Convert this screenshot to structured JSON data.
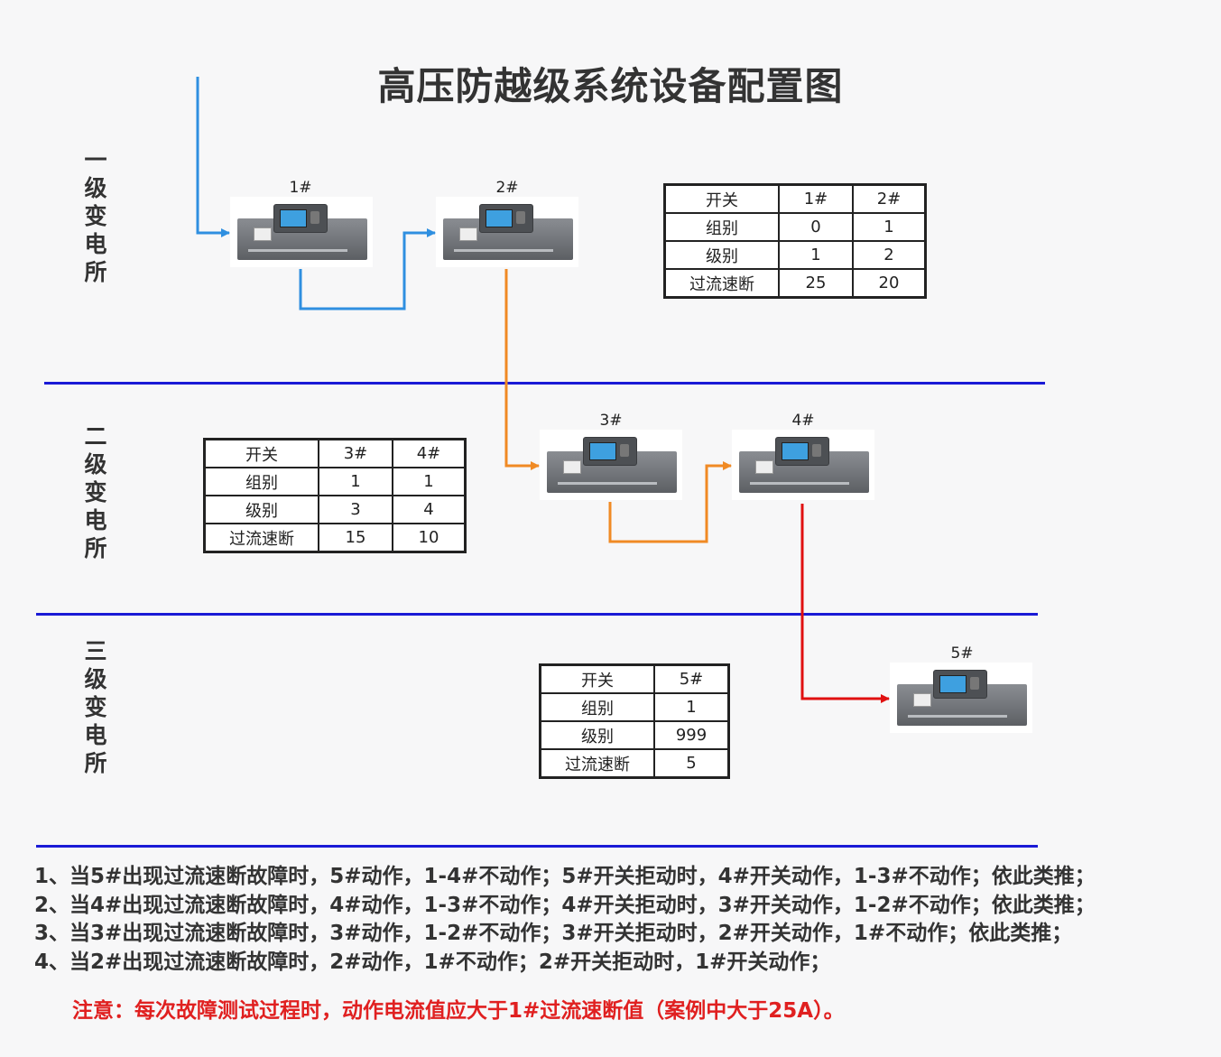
{
  "title": "高压防越级系统设备配置图",
  "levels": [
    "一级变电所",
    "二级变电所",
    "三级变电所"
  ],
  "devices": {
    "d1": "1#",
    "d2": "2#",
    "d3": "3#",
    "d4": "4#",
    "d5": "5#"
  },
  "tables": {
    "t1": {
      "headers": [
        "开关",
        "1#",
        "2#"
      ],
      "rows": [
        [
          "组别",
          "0",
          "1"
        ],
        [
          "级别",
          "1",
          "2"
        ],
        [
          "过流速断",
          "25",
          "20"
        ]
      ]
    },
    "t2": {
      "headers": [
        "开关",
        "3#",
        "4#"
      ],
      "rows": [
        [
          "组别",
          "1",
          "1"
        ],
        [
          "级别",
          "3",
          "4"
        ],
        [
          "过流速断",
          "15",
          "10"
        ]
      ]
    },
    "t3": {
      "headers": [
        "开关",
        "5#"
      ],
      "rows": [
        [
          "组别",
          "1"
        ],
        [
          "级别",
          "999"
        ],
        [
          "过流速断",
          "5"
        ]
      ]
    }
  },
  "notes": [
    "1、当5#出现过流速断故障时，5#动作，1-4#不动作；5#开关拒动时，4#开关动作，1-3#不动作；依此类推；",
    "2、当4#出现过流速断故障时，4#动作，1-3#不动作；4#开关拒动时，3#开关动作，1-2#不动作；依此类推；",
    "3、当3#出现过流速断故障时，3#动作，1-2#不动作；3#开关拒动时，2#开关动作，1#不动作；依此类推；",
    "4、当2#出现过流速断故障时，2#动作，1#不动作；2#开关拒动时，1#开关动作；"
  ],
  "warning": "注意：每次故障测试过程时，动作电流值应大于1#过流速断值（案例中大于25A）。",
  "colors": {
    "level1_line": "#2f8fe0",
    "level2_line": "#f08a24",
    "level3_line": "#e01010",
    "divider": "#1a1ad6"
  }
}
